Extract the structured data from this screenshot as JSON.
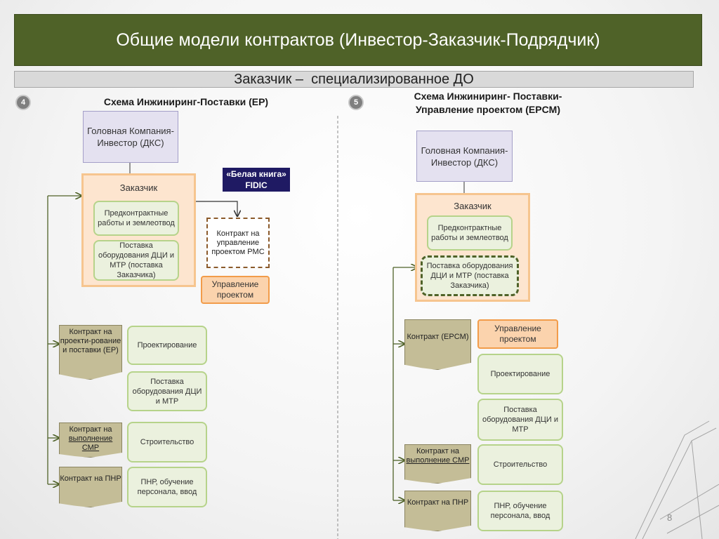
{
  "title": "Общие модели контрактов (Инвестор-Заказчик-Подрядчик)",
  "subtitle": "Заказчик –  специализированное ДО",
  "left": {
    "badge": "4",
    "scheme_title": "Схема Инжиниринг-Поставки (EP)",
    "head_company": "Головная Компания- Инвестор (ДКС)",
    "fidic": "«Белая книга» FIDIC",
    "customer_label": "Заказчик",
    "precontract": "Предконтрактные работы и землеотвод",
    "supply_customer": "Поставка оборудования  ДЦИ и МТР (поставка Заказчика)",
    "pmc_contract": "Контракт на управление проектом PMC",
    "project_management": "Управление проектом",
    "contract_ep": "Контракт на проекти-рование и поставки (EP)",
    "design": "Проектирование",
    "supply_dci": "Поставка оборудования ДЦИ и МТР",
    "contract_smr_prefix": "Контракт на",
    "contract_smr_underlined": "выполнение СМР",
    "construction": "Строительство",
    "contract_pnr": "Контракт на ПНР",
    "commissioning": "ПНР, обучение персонала, ввод"
  },
  "right": {
    "badge": "5",
    "scheme_title_line1": "Схема Инжиниринг- Поставки-",
    "scheme_title_line2": "Управление проектом (EPCM)",
    "head_company": "Головная Компания- Инвестор (ДКС)",
    "customer_label": "Заказчик",
    "precontract": "Предконтрактные работы и землеотвод",
    "supply_customer": "Поставка оборудования  ДЦИ и МТР (поставка Заказчика)",
    "contract_epcm": "Контракт (EPCM)",
    "project_management": "Управление проектом",
    "design": "Проектирование",
    "supply_dci": "Поставка оборудования ДЦИ и МТР",
    "contract_smr_prefix": "Контракт на",
    "contract_smr_underlined": "выполнение СМР",
    "construction": "Строительство",
    "contract_pnr": "Контракт на ПНР",
    "commissioning": "ПНР, обучение персонала, ввод"
  },
  "slide_number": "8",
  "colors": {
    "title_bar": "#4f6228",
    "green_box_border": "#b6d38a",
    "orange_box_border": "#f29c4a",
    "fidic_bg": "#1f1a63",
    "connector": "#4f6228"
  }
}
